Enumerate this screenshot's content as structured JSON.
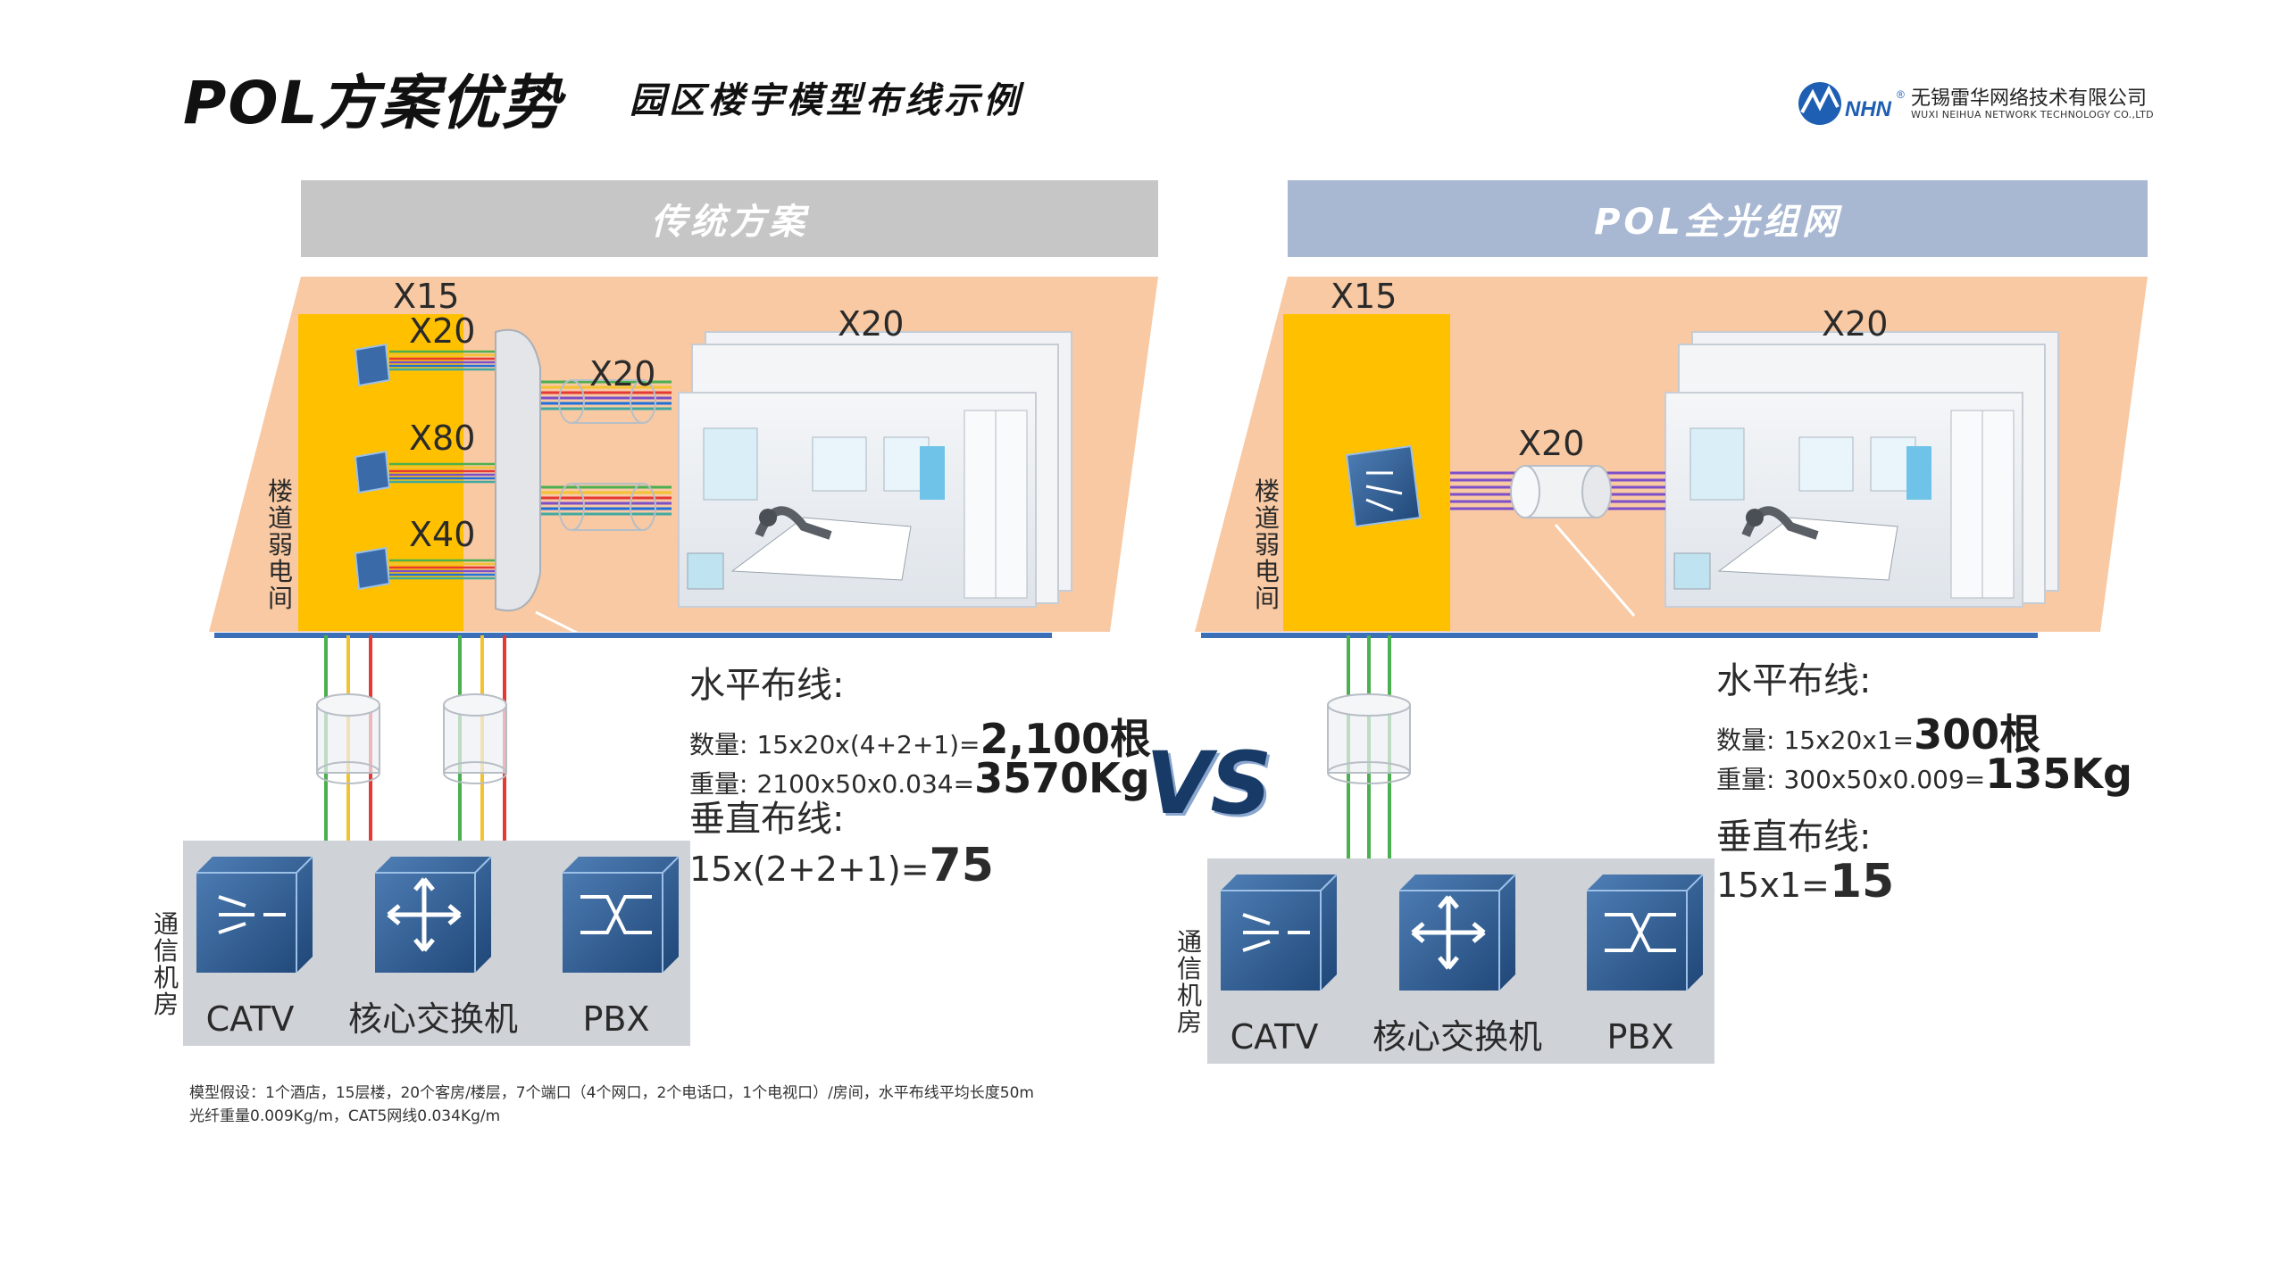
{
  "header": {
    "title": "POL方案优势",
    "subtitle": "园区楼宇模型布线示例"
  },
  "logo": {
    "mark_text": "NHN",
    "registered": "®",
    "company_cn": "无锡雷华网络技术有限公司",
    "company_en": "WUXI NEIHUA NETWORK TECHNOLOGY CO.,LTD"
  },
  "vs_label": "VS",
  "left_panel": {
    "title": "传统方案",
    "floors_label": "X15",
    "switch_count_labels": [
      "X20",
      "X80",
      "X40"
    ],
    "rooms_label": "X20",
    "trunk_label": "X20",
    "weak_room_label": "楼道弱电间",
    "horizontal": {
      "heading": "水平布线:",
      "count_label": "数量:",
      "count_formula": "15x20x(4+2+1)=",
      "count_result": "2,100根",
      "weight_label": "重量:",
      "weight_formula": "2100x50x0.034=",
      "weight_result": "3570Kg"
    },
    "vertical": {
      "heading": "垂直布线:",
      "formula": "15x(2+2+1)=",
      "result": "75"
    },
    "machine_room_label": "通信机房",
    "devices": [
      "CATV",
      "核心交换机",
      "PBX"
    ],
    "vertical_cable_colors": [
      "#4caf50",
      "#f2c230",
      "#e53935",
      "#4caf50",
      "#f2c230",
      "#e53935"
    ],
    "horizontal_cable_colors": [
      "#4caf50",
      "#f2c230",
      "#e53935",
      "#7b4fc9",
      "#1e6fd9",
      "#3fa9a0"
    ]
  },
  "right_panel": {
    "title": "POL全光组网",
    "floors_label": "X15",
    "rooms_label": "X20",
    "trunk_label": "X20",
    "weak_room_label": "楼道弱电间",
    "horizontal": {
      "heading": "水平布线:",
      "count_label": "数量:",
      "count_formula": "15x20x1=",
      "count_result": "300根",
      "weight_label": "重量:",
      "weight_formula": "300x50x0.009=",
      "weight_result": "135Kg"
    },
    "vertical": {
      "heading": "垂直布线:",
      "formula": "15x1=",
      "result": "15"
    },
    "machine_room_label": "通信机房",
    "devices": [
      "CATV",
      "核心交换机",
      "PBX"
    ],
    "fiber_color": "#7b4fc9",
    "vertical_cable_color": "#4caf50"
  },
  "colors": {
    "floor_fill": "#f8c9a3",
    "weak_room_fill": "#ffc000",
    "device_blue": "#2f5a8c",
    "baseline_blue": "#3b6fb8"
  },
  "footnote": {
    "line1": "模型假设：1个酒店，15层楼，20个客房/楼层，7个端口（4个网口，2个电话口，1个电视口）/房间，水平布线平均长度50m",
    "line2": "光纤重量0.009Kg/m，CAT5网线0.034Kg/m"
  }
}
